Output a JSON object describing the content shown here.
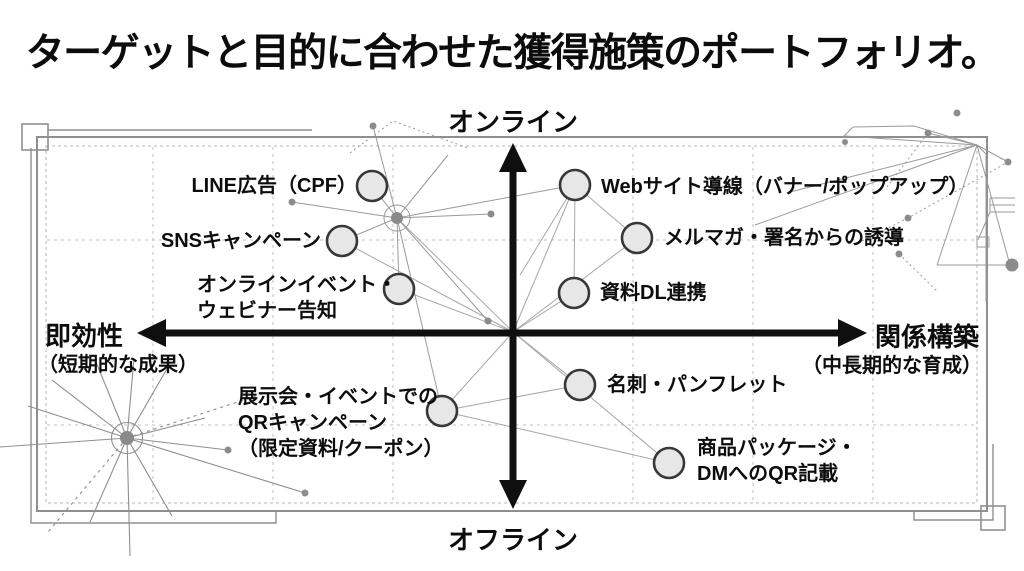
{
  "title": "ターゲットと目的に合わせた獲得施策のポートフォリオ。",
  "axes": {
    "top": "オンライン",
    "bottom": "オフライン",
    "left_label": "即効性",
    "left_sub": "（短期的な成果）",
    "right_label": "関係構築",
    "right_sub": "（中長期的な育成）"
  },
  "items": [
    {
      "label": "LINE広告（CPF）",
      "quadrant": "online-immediate"
    },
    {
      "label": "SNSキャンペーン",
      "quadrant": "online-immediate"
    },
    {
      "label": "オンラインイベント・\nウェビナー告知",
      "quadrant": "online-immediate"
    },
    {
      "label": "Webサイト導線（バナー/ポップアップ）",
      "quadrant": "online-relationship"
    },
    {
      "label": "メルマガ・署名からの誘導",
      "quadrant": "online-relationship"
    },
    {
      "label": "資料DL連携",
      "quadrant": "online-relationship"
    },
    {
      "label": "名刺・パンフレット",
      "quadrant": "offline-relationship"
    },
    {
      "label": "展示会・イベントでの\nQRキャンペーン\n（限定資料/クーポン）",
      "quadrant": "offline-immediate"
    },
    {
      "label": "商品パッケージ・\nDMへのQR記載",
      "quadrant": "offline-relationship"
    }
  ],
  "colors": {
    "node_fill": "#e7e7e7",
    "node_stroke": "#383838",
    "axis": "#0f0f0f",
    "sketch": "#9a9a9a",
    "grid": "#c2c2c2",
    "frame": "#8f8f8f",
    "text": "#111111"
  }
}
